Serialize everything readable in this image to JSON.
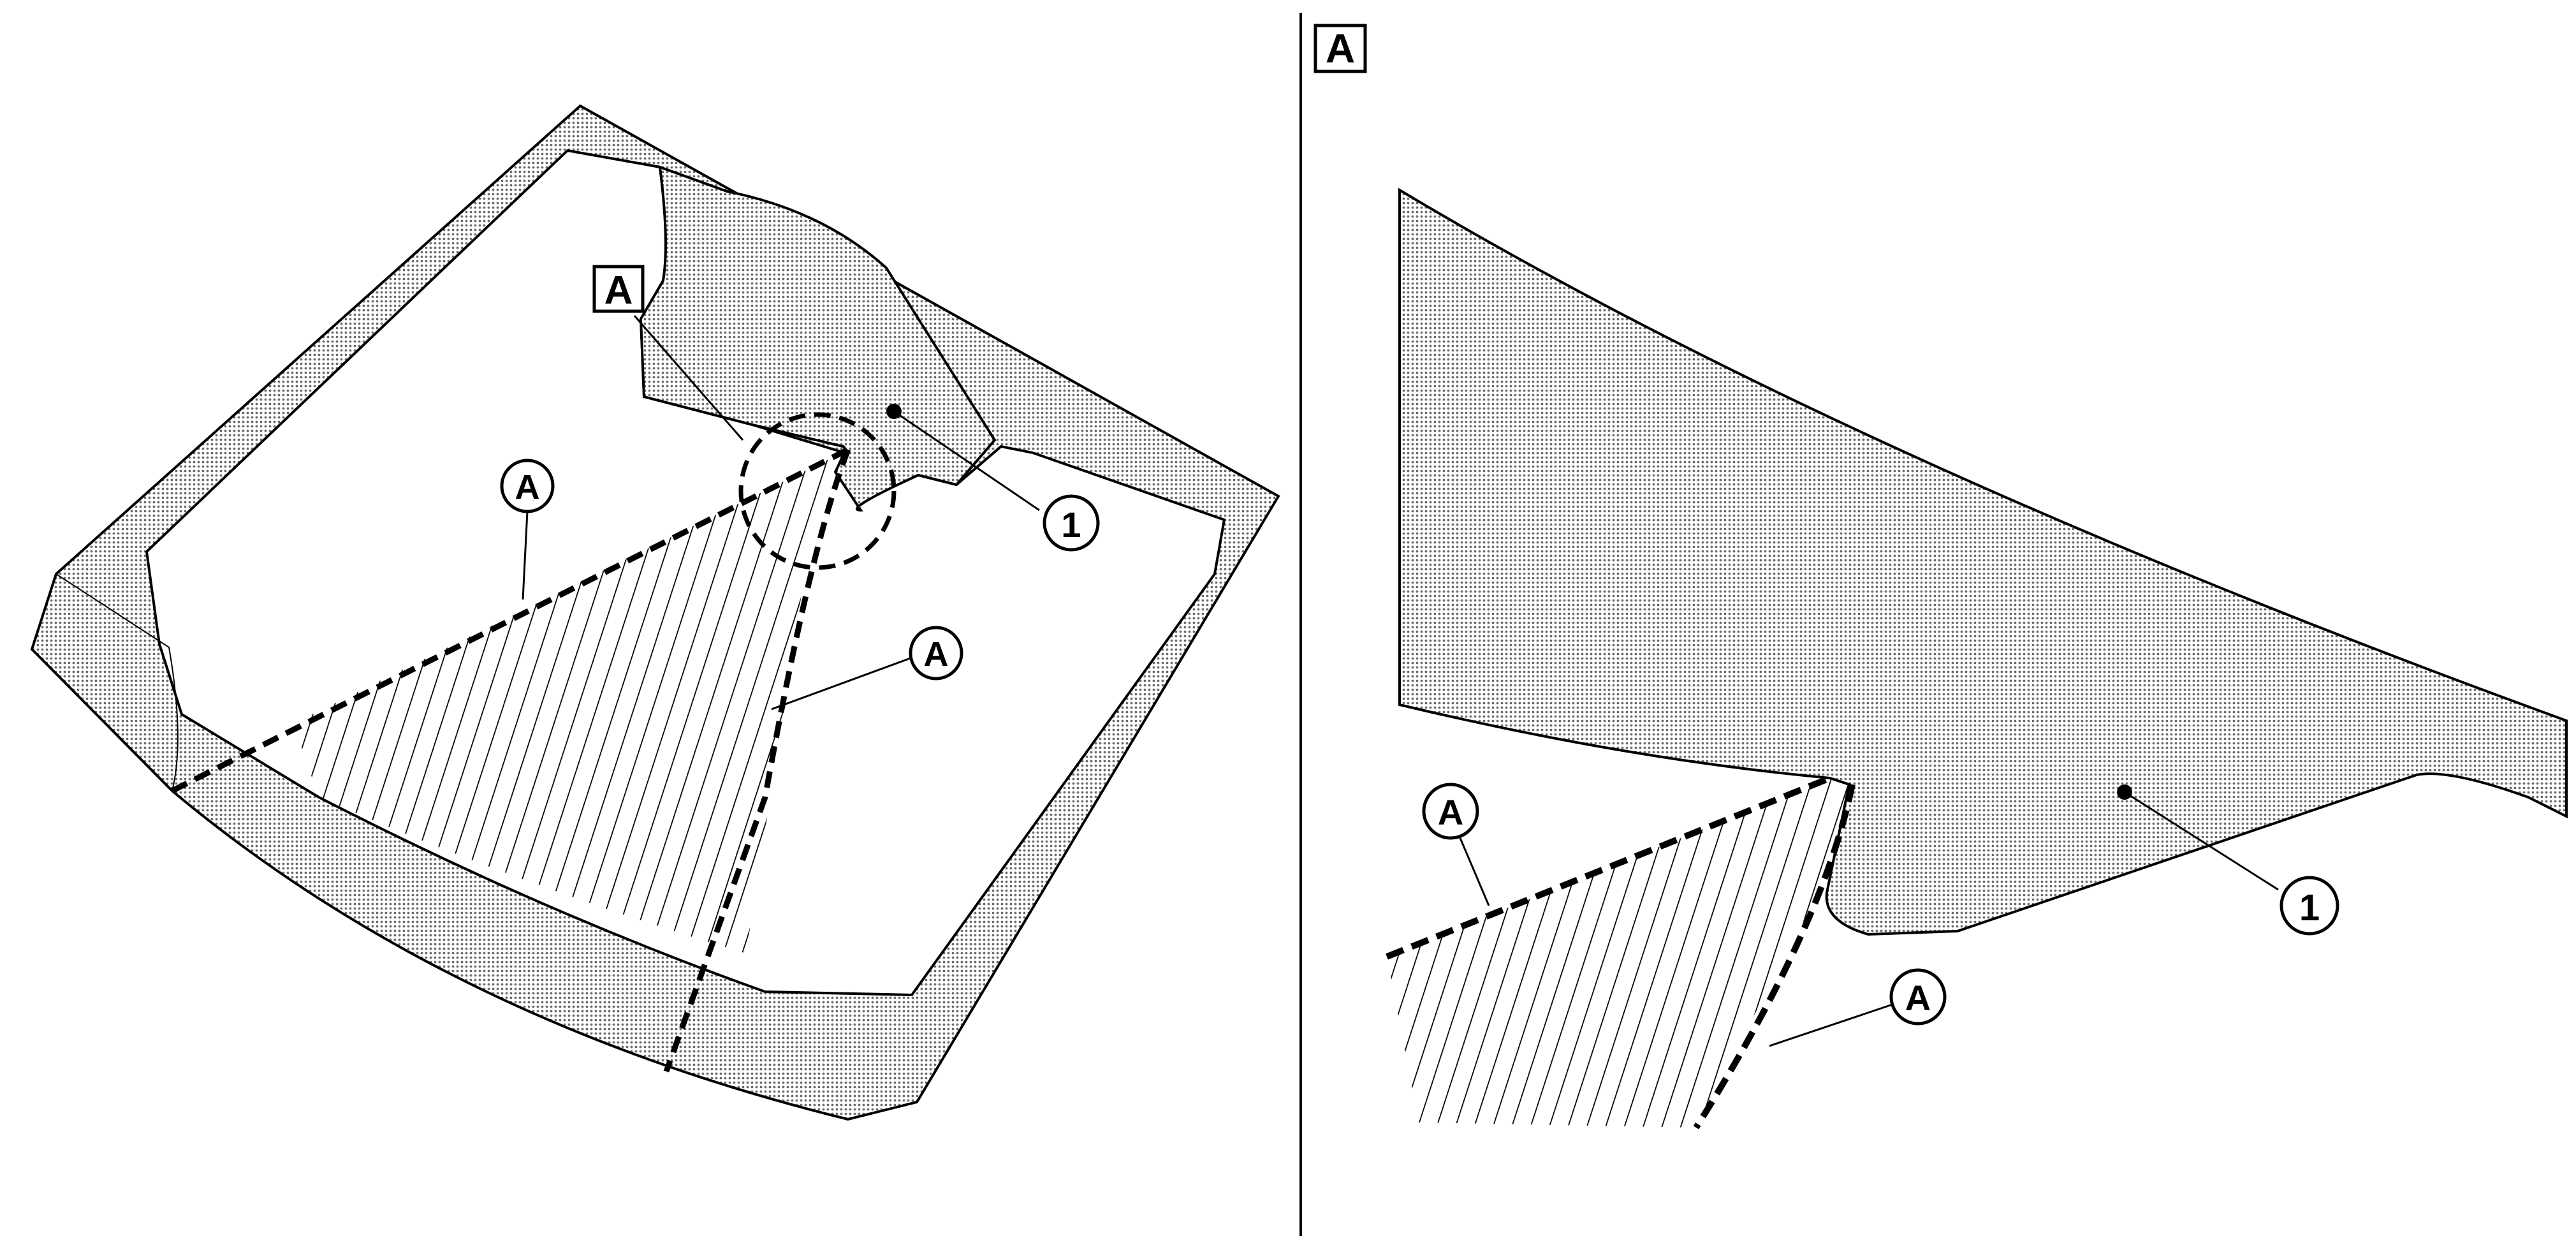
{
  "left_view": {
    "detail_ref_label": "A",
    "part_number": "1",
    "zone_labels": [
      "A",
      "A"
    ]
  },
  "right_view": {
    "detail_title": "A",
    "part_number": "1",
    "zone_labels": [
      "A",
      "A"
    ]
  },
  "colors": {
    "ink": "#000000",
    "dot_fill": "#bdbdbd",
    "background": "#ffffff"
  }
}
